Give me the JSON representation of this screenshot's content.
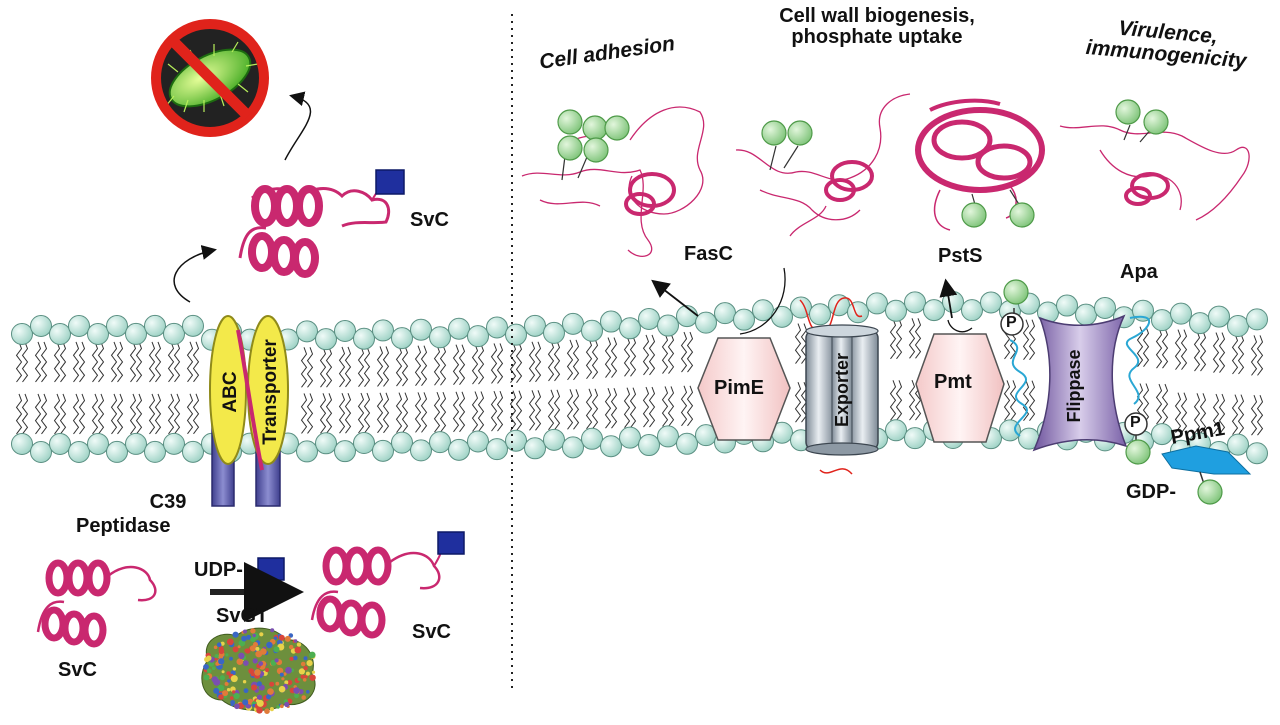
{
  "left_panel": {
    "svc_top_label": "SvC",
    "abc_label": "ABC",
    "transporter_label": "Transporter",
    "c39_label": "C39",
    "peptidase_label": "Peptidase",
    "svc_bottom_left_label": "SvC",
    "udp_label": "UDP-",
    "svgt_label": "SvGT",
    "svc_bottom_right_label": "SvC"
  },
  "right_panel": {
    "headers": {
      "cell_adhesion": "Cell adhesion",
      "cell_wall_line1": "Cell wall biogenesis,",
      "cell_wall_line2": "phosphate uptake",
      "virulence_line1": "Virulence,",
      "virulence_line2": "immunogenicity"
    },
    "proteins": {
      "fasc": "FasC",
      "psts": "PstS",
      "apa": "Apa"
    },
    "membrane_proteins": {
      "pime": "PimE",
      "exporter": "Exporter",
      "pmt": "Pmt",
      "flippase": "Flippase",
      "ppm1": "Ppm1"
    },
    "phospho_top": "P",
    "phospho_bottom": "P",
    "gdp_label": "GDP-"
  },
  "colors": {
    "lipid_head": "#bfe6dc",
    "protein": "#d0327a",
    "sugar_green": "#a8dca0",
    "glcnac_blue": "#1f2f9e",
    "abc_yellow": "#f3e94a",
    "peptidase_blue": "#5b5cae",
    "pime_pink": "#f4d1d1",
    "exporter_gray": "#a9b4be",
    "flippase_purple": "#8a72b4",
    "ppm1_blue": "#1f9fe0"
  }
}
